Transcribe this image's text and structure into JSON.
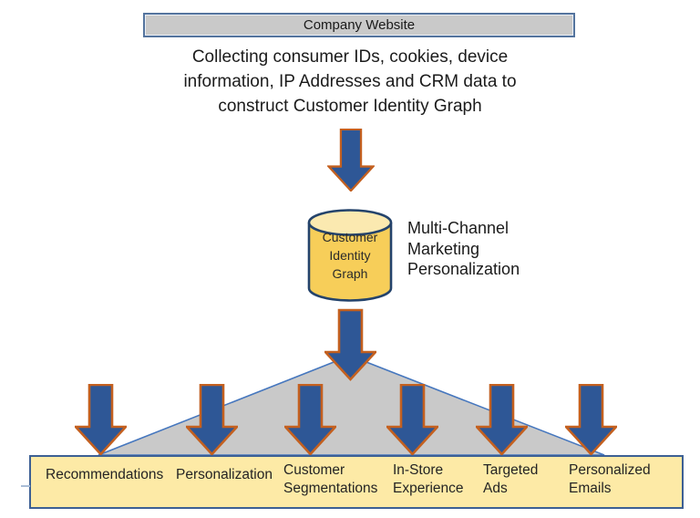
{
  "company_box": {
    "label": "Company Website"
  },
  "description": {
    "lines": [
      "Collecting consumer IDs, cookies, device",
      "information, IP Addresses and CRM data to",
      "construct Customer Identity Graph"
    ]
  },
  "cylinder": {
    "lines": [
      "Customer",
      "Identity",
      "Graph"
    ]
  },
  "side_note": {
    "lines": [
      "Multi-Channel",
      "Marketing",
      "Personalization"
    ]
  },
  "channels": [
    {
      "line1": "Recommendations",
      "line2": ""
    },
    {
      "line1": "Personalization",
      "line2": ""
    },
    {
      "line1": "Customer",
      "line2": "Segmentations"
    },
    {
      "line1": "In-Store",
      "line2": "Experience"
    },
    {
      "line1": "Targeted",
      "line2": "Ads"
    },
    {
      "line1": "Personalized",
      "line2": "Emails"
    }
  ],
  "colors": {
    "arrow_fill": "#2E5796",
    "arrow_border": "#C4601F",
    "outline_blue": "#4677BE",
    "panel_border_blue": "#3D6094",
    "panel_fill_yellow": "#FDEAA6",
    "cylinder_fill": "#F7CE59",
    "cylinder_top_fill": "#FBE9B0",
    "cylinder_border": "#24436B",
    "gray_fill": "#C9C9C9",
    "company_box_border": "#54749E"
  }
}
